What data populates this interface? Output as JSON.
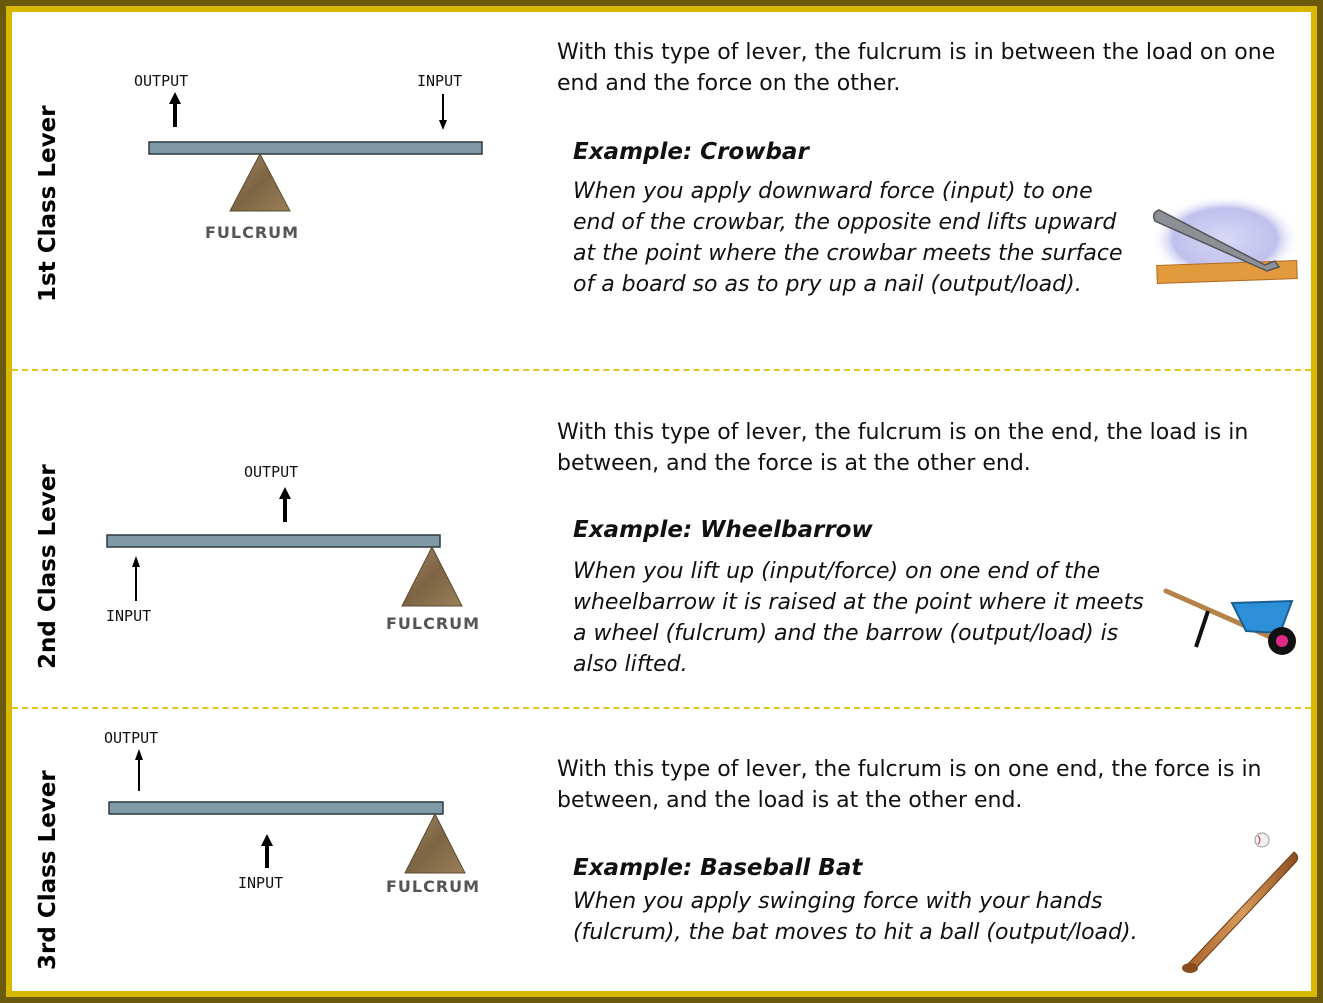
{
  "levers": [
    {
      "label": "1st Class Lever",
      "output": "OUTPUT",
      "input": "INPUT",
      "fulcrum": "FULCRUM",
      "description": "With this type of lever, the fulcrum is in between the load on one end and the force on the other.",
      "example_title": "Example:  Crowbar",
      "example_text": "When you apply downward force (input) to one end of the crowbar, the opposite end lifts upward at the point where the crowbar meets the surface of a board so as to pry up a nail (output/load).",
      "illustration": "crowbar-icon"
    },
    {
      "label": "2nd Class Lever",
      "output": "OUTPUT",
      "input": "INPUT",
      "fulcrum": "FULCRUM",
      "description": "With this type of lever, the fulcrum is on the end, the load is in between, and the force is at the other end.",
      "example_title": "Example:  Wheelbarrow",
      "example_text": "When you lift up (input/force) on one end of the wheelbarrow it is raised at the point where it meets a wheel (fulcrum) and the barrow (output/load) is also lifted.",
      "illustration": "wheelbarrow-icon"
    },
    {
      "label": "3rd Class Lever",
      "output": "OUTPUT",
      "input": "INPUT",
      "fulcrum": "FULCRUM",
      "description": "With this type of lever, the fulcrum is on one end, the force is in between, and the load is at the other end.",
      "example_title": "Example:  Baseball Bat",
      "example_text": "When you apply swinging force with your hands (fulcrum), the bat moves to hit a ball (output/load).",
      "illustration": "baseball-bat-icon"
    }
  ],
  "colors": {
    "outer_border": "#6b5a0c",
    "inner_border": "#d9b800",
    "divider": "#e3c51c",
    "beam_fill": "#7f9aa6",
    "fulcrum_fill": "#8a7150"
  }
}
